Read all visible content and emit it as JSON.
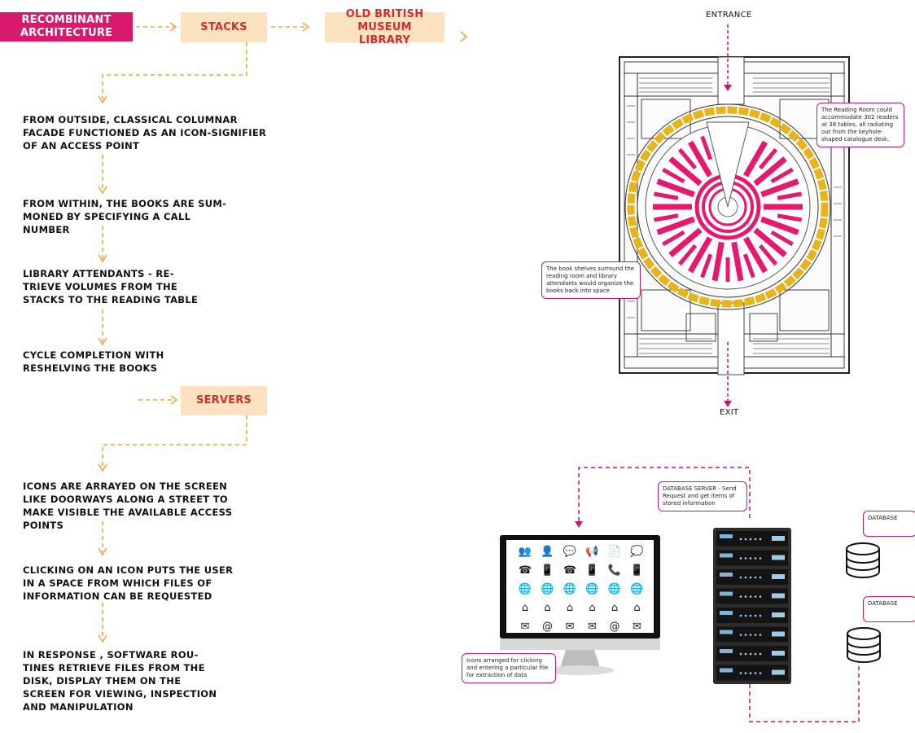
{
  "header_boxes": {
    "recombinant": "RECOMBINANT\nARCHITECTURE",
    "stacks": "STACKS",
    "museum": "OLD BRITISH MUSEUM\nLIBRARY",
    "servers": "SERVERS"
  },
  "stacks_steps": [
    "FROM OUTSIDE, CLASSICAL COLUMNAR\nFACADE FUNCTIONED AS AN ICON-SIGNIFIER\nOF AN ACCESS POINT",
    "FROM WITHIN, THE BOOKS ARE SUM-\nMONED BY SPECIFYING A CALL\nNUMBER",
    "LIBRARY ATTENDANTS - RE-\nTRIEVE VOLUMES FROM THE\nSTACKS TO THE READING TABLE",
    "CYCLE COMPLETION WITH\nRESHELVING THE BOOKS"
  ],
  "servers_steps": [
    "ICONS ARE ARRAYED ON THE SCREEN\nLIKE DOORWAYS ALONG A STREET TO\nMAKE VISIBLE THE AVAILABLE ACCESS\nPOINTS",
    "CLICKING ON AN ICON PUTS THE USER\nIN A SPACE FROM WHICH FILES OF\nINFORMATION CAN BE REQUESTED",
    "IN RESPONSE , SOFTWARE ROU-\nTINES RETRIEVE FILES FROM THE\nDISK, DISPLAY THEM ON THE\nSCREEN FOR VIEWING, INSPECTION\nAND MANIPULATION"
  ],
  "plan": {
    "entrance": "ENTRANCE",
    "exit": "EXIT",
    "callout_reading_room": "The Reading Room could accommodate 302 readers at 38 tables, all radiating out from the keyhole-shaped catalogue desk.",
    "callout_shelves": "The book shelves surround the reading room and library attendants would organize the books back into space"
  },
  "servers_figure": {
    "callout_server": "DATABASE SERVER - Send Request and get items of stored information",
    "callout_icons": "Icons arranged for clicking and entering a particular file for extraction of data",
    "database_1": "DATABASE",
    "database_2": "DATABASE"
  },
  "colors": {
    "accent_pink": "#d9196b",
    "arrow_orange": "#f0a83c",
    "cream": "#fde2bf",
    "box_text_red": "#d12f2f",
    "seat_pink": "#e6186f",
    "shelf_yellow": "#e8b41a"
  }
}
